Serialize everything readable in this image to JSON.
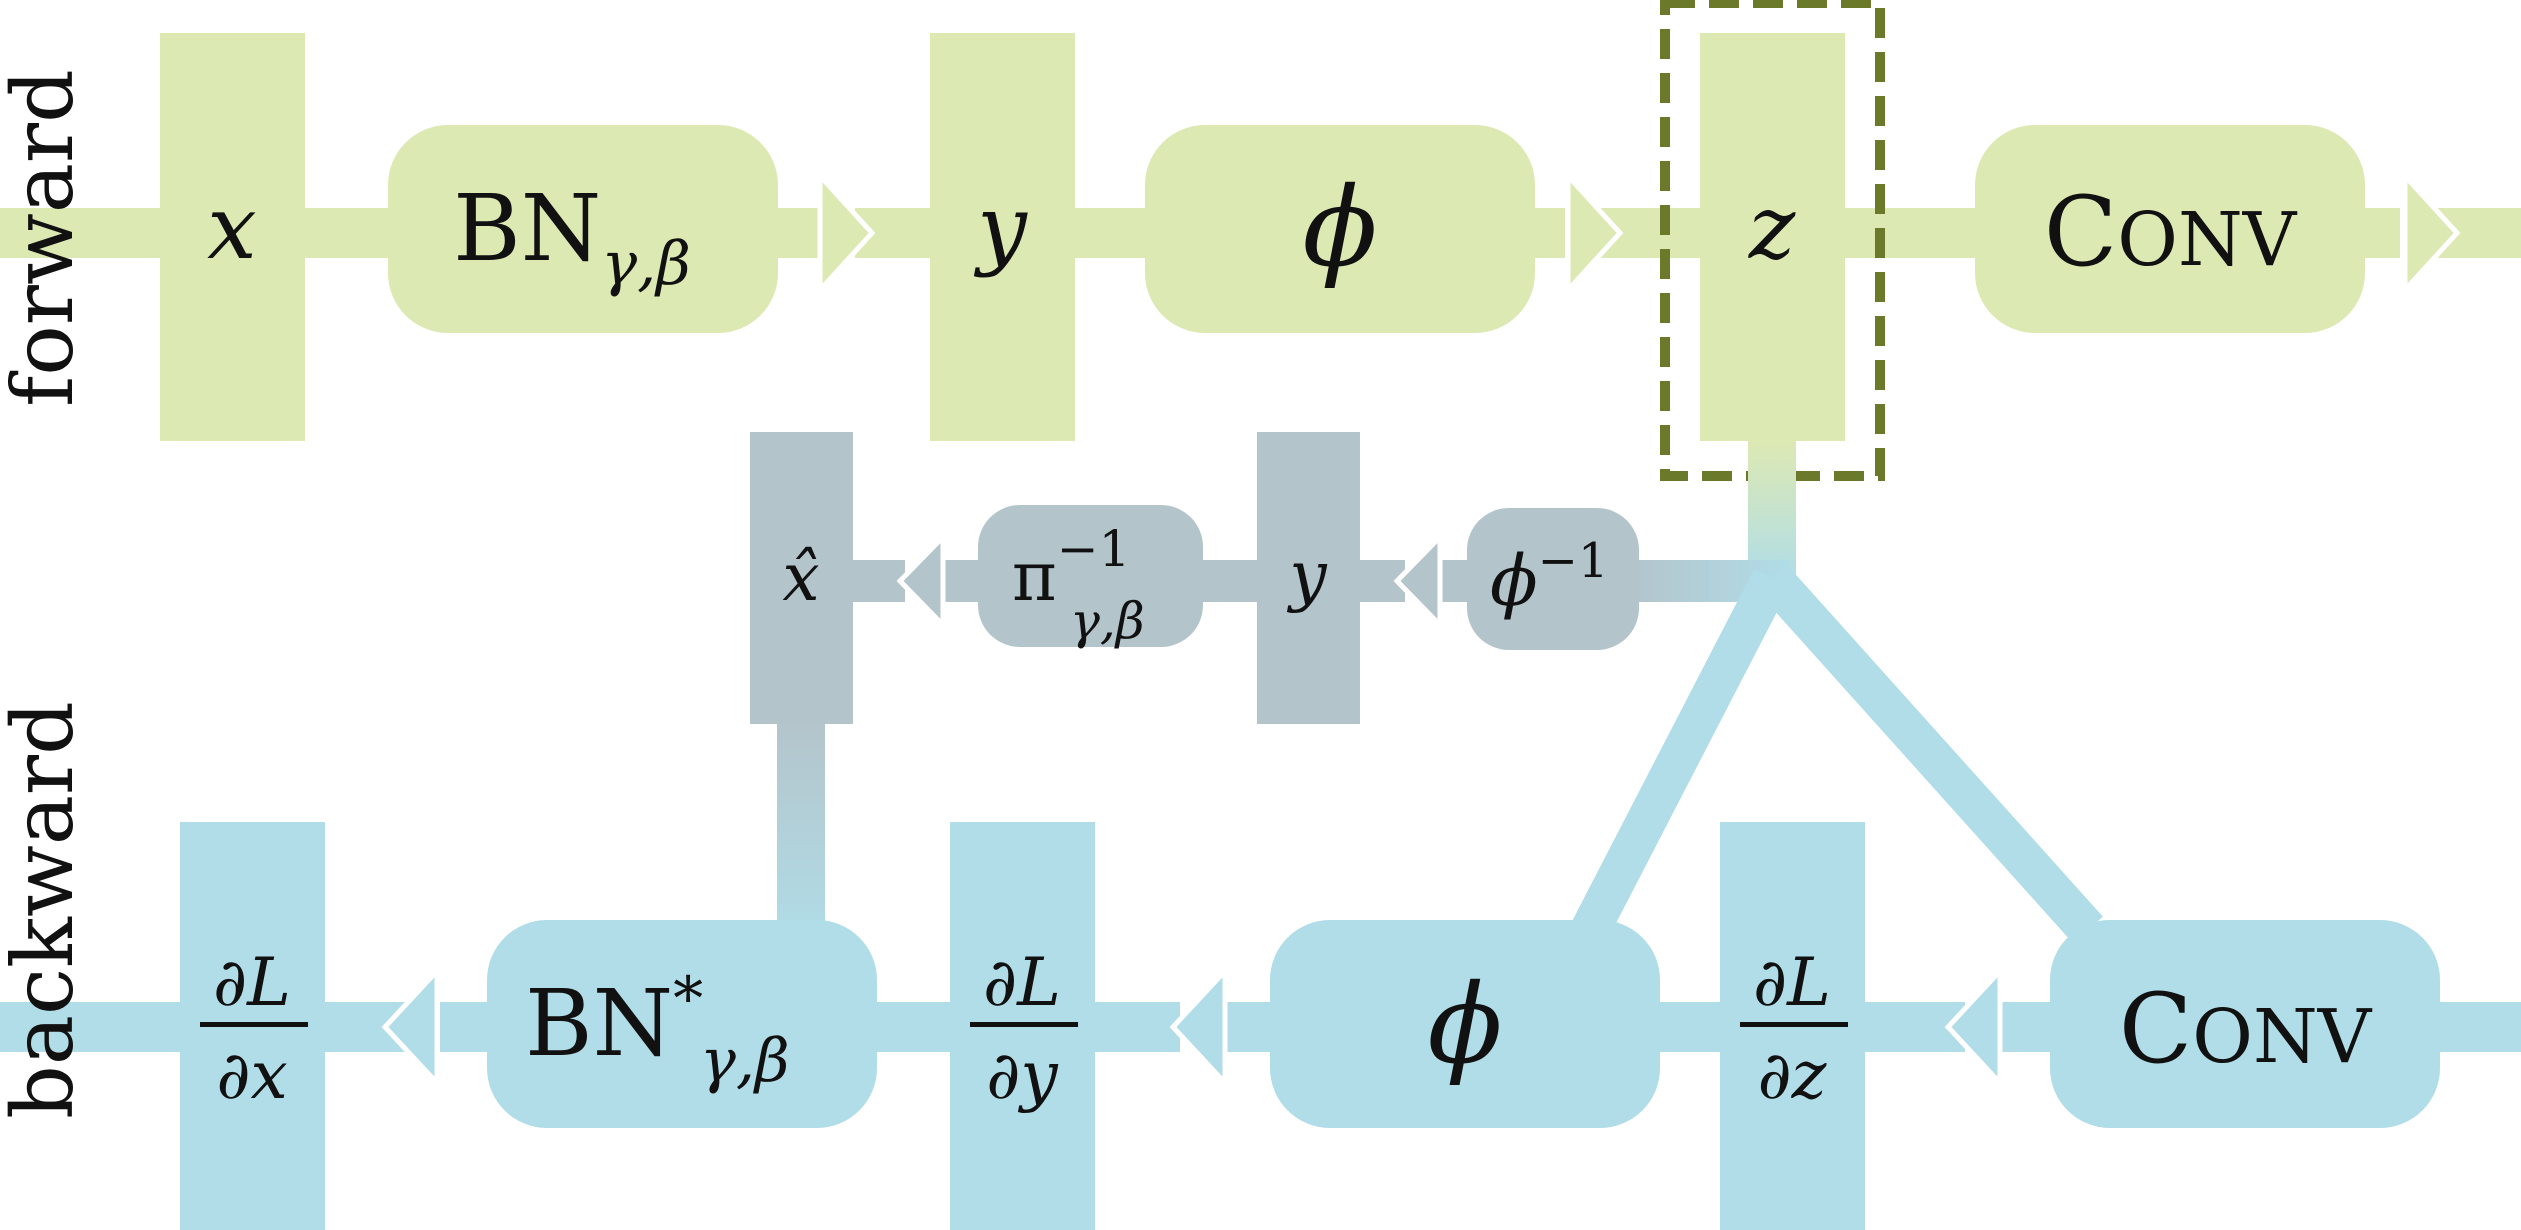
{
  "rows": {
    "forward": "forward",
    "backward": "backward"
  },
  "forward": {
    "x": "x",
    "bn": "BN",
    "bn_sub": "γ,β",
    "y": "y",
    "phi": "ϕ",
    "z": "z",
    "conv_big1": "C",
    "conv_small": "ONV"
  },
  "recompute": {
    "x_hat": "x̂",
    "pi": "π",
    "pi_sup": "−1",
    "pi_sub": "γ,β",
    "y": "y",
    "phi": "ϕ",
    "phi_sup": "−1"
  },
  "backward": {
    "dLdx_num": "∂L",
    "dLdx_den": "∂x",
    "bn": "BN",
    "bn_sup": "*",
    "bn_sub": "γ,β",
    "dLdy_num": "∂L",
    "dLdy_den": "∂y",
    "phi": "ϕ",
    "dLdz_num": "∂L",
    "dLdz_den": "∂z",
    "conv_big1": "C",
    "conv_small": "ONV"
  },
  "colors": {
    "forward_fill": "#dde9b3",
    "recompute_fill": "#b4c4cb",
    "backward_fill": "#b0dde8",
    "highlight_border": "#6b7a2a",
    "text": "#111111"
  }
}
